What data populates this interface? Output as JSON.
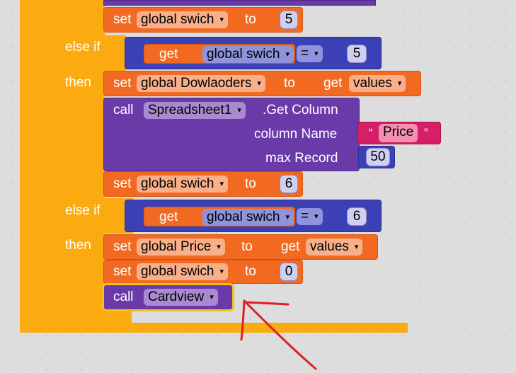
{
  "blocks": {
    "set_swich_5": {
      "set": "set",
      "var": "global swich",
      "to": "to",
      "value": "5"
    },
    "elseif1": {
      "label": "else if",
      "then": "then",
      "get": "get",
      "var": "global swich",
      "op": "=",
      "value": "5"
    },
    "set_dowloaders": {
      "set": "set",
      "var": "global Dowlaoders",
      "to": "to",
      "get": "get",
      "source": "values"
    },
    "call_spreadsheet": {
      "call": "call",
      "component": "Spreadsheet1",
      "method": ".Get Column",
      "col_label": "column Name",
      "col_value": "Price",
      "quote_open": "“",
      "quote_close": "”",
      "max_label": "max Record",
      "max_value": "50"
    },
    "set_swich_6": {
      "set": "set",
      "var": "global swich",
      "to": "to",
      "value": "6"
    },
    "elseif2": {
      "label": "else if",
      "then": "then",
      "get": "get",
      "var": "global swich",
      "op": "=",
      "value": "6"
    },
    "set_price": {
      "set": "set",
      "var": "global Price",
      "to": "to",
      "get": "get",
      "source": "values"
    },
    "set_swich_0": {
      "set": "set",
      "var": "global swich",
      "to": "to",
      "value": "0"
    },
    "call_cardview": {
      "call": "call",
      "component": "Cardview"
    }
  },
  "icons": {
    "dropdown": "▾"
  },
  "colors": {
    "control": "#fbab0f",
    "variable": "#f26a21",
    "component": "#6a3aa8",
    "math": "#3c40b5",
    "text": "#d51f67",
    "selection": "#f2c21b",
    "annotation": "#e02020"
  }
}
